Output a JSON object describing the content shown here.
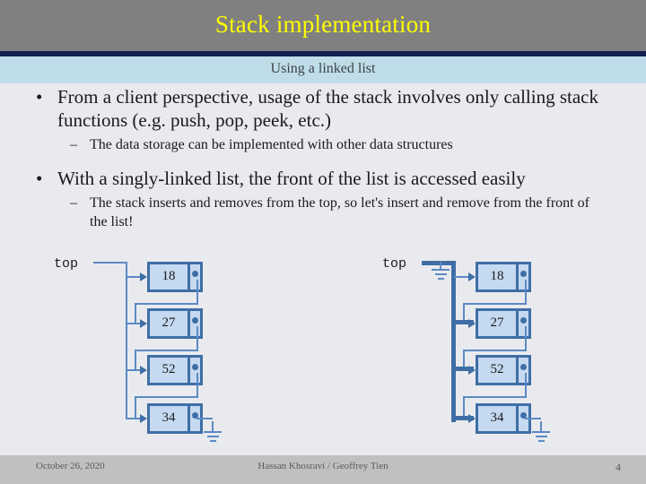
{
  "slide": {
    "title": "Stack implementation",
    "subtitle": "Using a linked list",
    "colors": {
      "title_band": "#808080",
      "title_text": "#ffff00",
      "title_rule": "#142050",
      "subtitle_band": "#bfdde8",
      "body_background": "#e9eaee",
      "footer_band": "#c0c0c0",
      "node_fill": "#c5d9f1",
      "node_border": "#3f6ea5",
      "wire": "#5b8ac4"
    }
  },
  "bullets": [
    {
      "level": 1,
      "marker": "•",
      "text": "From a client perspective, usage of the stack involves only calling stack functions (e.g. push, pop, peek, etc.)"
    },
    {
      "level": 2,
      "marker": "–",
      "text": "The data storage can be implemented with other data structures"
    },
    {
      "level": 1,
      "marker": "•",
      "text": "With a singly-linked list, the front of the list is accessed easily"
    },
    {
      "level": 2,
      "marker": "–",
      "text": "The stack inserts and removes from the top, so let's insert and remove from the front of the list!"
    }
  ],
  "diagrams": [
    {
      "id": "left-linked-list",
      "pointer_label": "top",
      "nodes": [
        {
          "value": "18"
        },
        {
          "value": "27"
        },
        {
          "value": "52"
        },
        {
          "value": "34"
        }
      ],
      "tail_terminator": "ground-null",
      "has_detached_ground": false
    },
    {
      "id": "right-linked-list",
      "pointer_label": "top",
      "nodes": [
        {
          "value": "18"
        },
        {
          "value": "27"
        },
        {
          "value": "52"
        },
        {
          "value": "34"
        }
      ],
      "tail_terminator": "ground-null",
      "has_detached_ground": true
    }
  ],
  "footer": {
    "date": "October 26, 2020",
    "authors": "Hassan Khosravi / Geoffrey Tien",
    "page_number": "4"
  }
}
